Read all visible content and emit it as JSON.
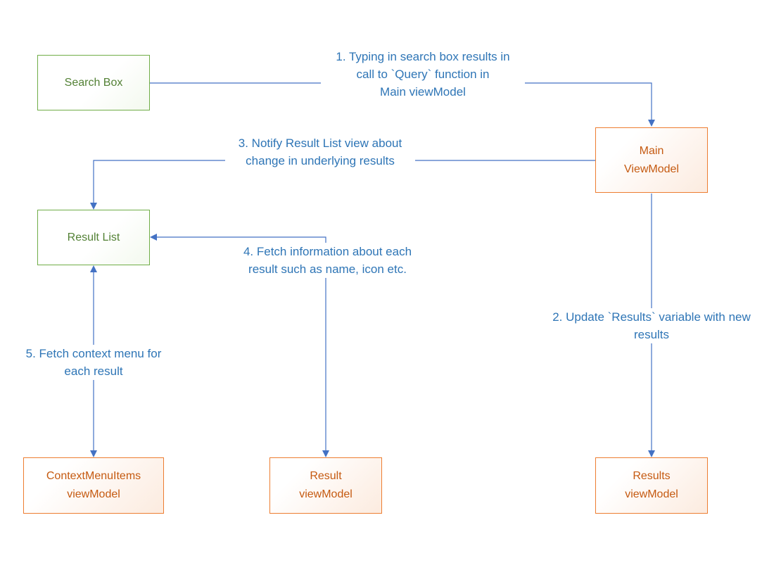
{
  "colors": {
    "green_border": "#70AD47",
    "green_text": "#538135",
    "orange_border": "#ED7D31",
    "orange_text": "#C55A11",
    "blue_line": "#4472C4",
    "blue_text": "#2E75B6"
  },
  "nodes": {
    "search_box": {
      "label": "Search Box"
    },
    "main_viewmodel": {
      "label": "Main\nViewModel"
    },
    "result_list": {
      "label": "Result List"
    },
    "contextmenuitems_viewmodel": {
      "label": "ContextMenuItems\nviewModel"
    },
    "result_viewmodel": {
      "label": "Result\nviewModel"
    },
    "results_viewmodel": {
      "label": "Results\nviewModel"
    }
  },
  "annotations": {
    "step1": "1. Typing in search box results in\ncall to `Query` function in\nMain viewModel",
    "step2": "2. Update `Results` variable with new\nresults",
    "step3": "3. Notify Result List view about\nchange in underlying results",
    "step4": "4. Fetch information about each\nresult such as name, icon etc.",
    "step5": "5. Fetch context menu for\neach result"
  }
}
